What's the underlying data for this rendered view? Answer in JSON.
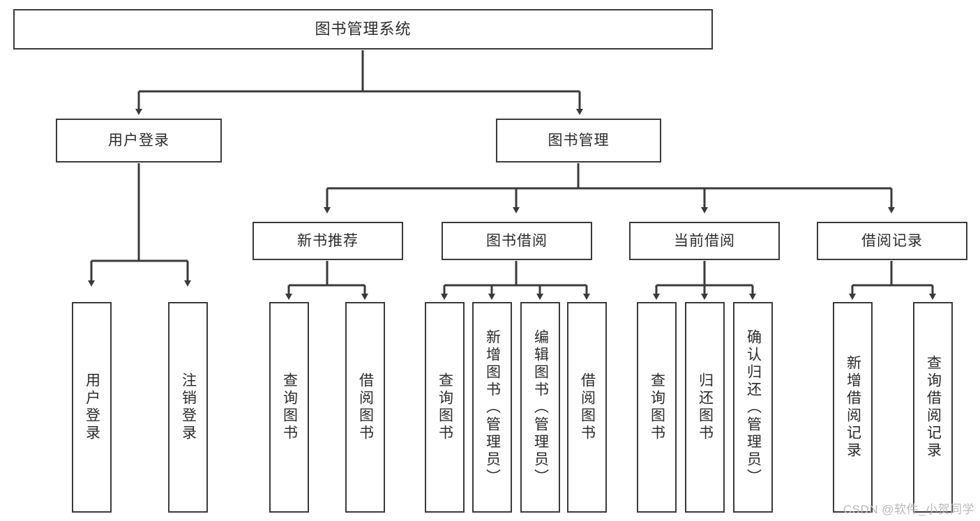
{
  "diagram": {
    "title": "图书管理系统",
    "type": "tree-hierarchy-chart",
    "watermark": "CSDN @软件_小贺同学",
    "colors": {
      "box_border": "#3a3a3a",
      "box_fill": "#ffffff",
      "text": "#2b2b2b",
      "edge": "#3a3a3a",
      "watermark": "#b9b9b9",
      "background": "#ffffff"
    },
    "root": {
      "label": "图书管理系统"
    },
    "level2": [
      {
        "id": "user-login",
        "label": "用户登录"
      },
      {
        "id": "book-management",
        "label": "图书管理"
      }
    ],
    "level3": [
      {
        "id": "new-book-recommend",
        "label": "新书推荐",
        "parent": "book-management"
      },
      {
        "id": "book-borrow",
        "label": "图书借阅",
        "parent": "book-management"
      },
      {
        "id": "current-borrow",
        "label": "当前借阅",
        "parent": "book-management"
      },
      {
        "id": "borrow-record",
        "label": "借阅记录",
        "parent": "book-management"
      }
    ],
    "leaves": {
      "user-login": [
        {
          "id": "leaf-user-login",
          "label": "用户登录"
        },
        {
          "id": "leaf-user-logout",
          "label": "注销登录"
        }
      ],
      "new-book-recommend": [
        {
          "id": "leaf-query-book-1",
          "label": "查询图书"
        },
        {
          "id": "leaf-borrow-book-1",
          "label": "借阅图书"
        }
      ],
      "book-borrow": [
        {
          "id": "leaf-query-book-2",
          "label": "查询图书"
        },
        {
          "id": "leaf-add-book",
          "label": "新增图书（管理员）"
        },
        {
          "id": "leaf-edit-book",
          "label": "编辑图书（管理员）"
        },
        {
          "id": "leaf-borrow-book-2",
          "label": "借阅图书"
        }
      ],
      "current-borrow": [
        {
          "id": "leaf-query-book-3",
          "label": "查询图书"
        },
        {
          "id": "leaf-return-book",
          "label": "归还图书"
        },
        {
          "id": "leaf-confirm-return",
          "label": "确认归还（管理员）"
        }
      ],
      "borrow-record": [
        {
          "id": "leaf-add-record",
          "label": "新增借阅记录"
        },
        {
          "id": "leaf-query-record",
          "label": "查询借阅记录"
        }
      ]
    }
  }
}
